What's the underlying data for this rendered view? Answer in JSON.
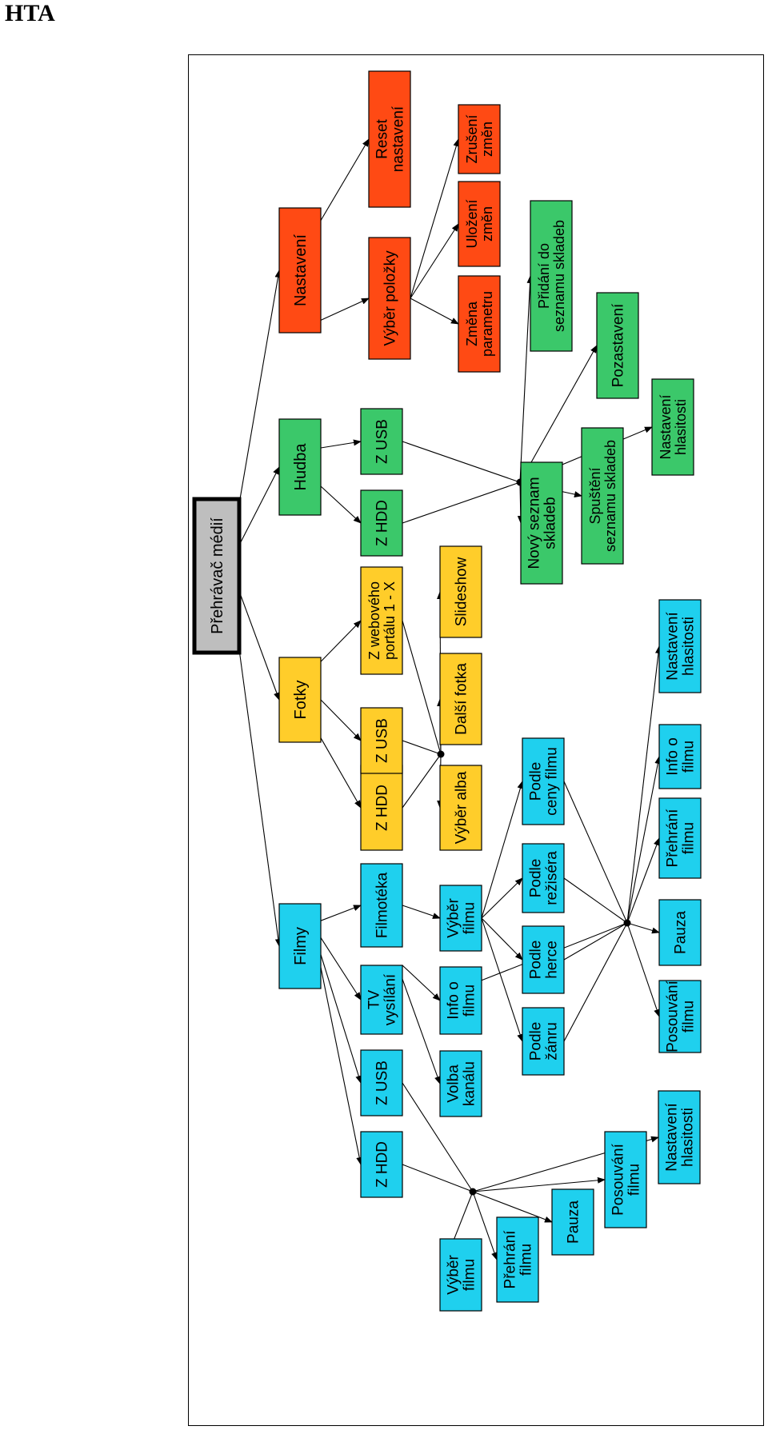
{
  "page": {
    "heading": "HTA"
  },
  "colors": {
    "root": "#bebebe",
    "filmy": "#1fd0ee",
    "fotky": "#ffcd2a",
    "hudba": "#3bc86a",
    "nastaveni": "#ff4a14"
  },
  "nodes": {
    "root": "Přehrávač médií",
    "filmy": "Filmy",
    "fotky": "Fotky",
    "hudba": "Hudba",
    "nastaveni": "Nastavení",
    "filmy_zhdd": "Z HDD",
    "filmy_zusb": "Z USB",
    "filmy_tv": "TV\nvysílání",
    "filmy_filmoteka": "Filmotéka",
    "filmy_vyber1": "Výběr\nfilmu",
    "filmy_prehrani1": "Přehrání\nfilmu",
    "filmy_pauza1": "Pauza",
    "filmy_posouvani1": "Posouvání\nfilmu",
    "filmy_hlasitost1": "Nastavení\nhlasitosti",
    "filmy_volba": "Volba\nkanálu",
    "filmy_info1": "Info o\nfilmu",
    "filmy_vyber2": "Výběr\nfilmu",
    "filmy_zanr": "Podle\nžánru",
    "filmy_herce": "Podle\nherce",
    "filmy_reziser": "Podle\nrežiséra",
    "filmy_ceny": "Podle\nceny filmu",
    "filmy_posouvani2": "Posouvání\nfilmu",
    "filmy_pauza2": "Pauza",
    "filmy_prehrani2": "Přehrání\nfilmu",
    "filmy_info2": "Info o\nfilmu",
    "filmy_hlasitost2": "Nastavení\nhlasitosti",
    "fotky_zhdd": "Z HDD",
    "fotky_zusb": "Z USB",
    "fotky_web": "Z webového\nportálu 1 - X",
    "fotky_alba": "Výběr alba",
    "fotky_dalsi": "Další fotka",
    "fotky_slideshow": "Slideshow",
    "hudba_zhdd": "Z HDD",
    "hudba_zusb": "Z USB",
    "hudba_novy": "Nový seznam\nskladeb",
    "hudba_spusteni": "Spuštění\nseznamu skladeb",
    "hudba_hlasitost": "Nastavení\nhlasitosti",
    "hudba_pozastaveni": "Pozastavení",
    "hudba_pridani": "Přidání do\nseznamu skladeb",
    "nast_vyber": "Výběr položky",
    "nast_reset": "Reset\nnastavení",
    "nast_zmena": "Změna\nparametru",
    "nast_ulozeni": "Uložení\nzměn",
    "nast_zruseni": "Zrušení\nzměn"
  }
}
